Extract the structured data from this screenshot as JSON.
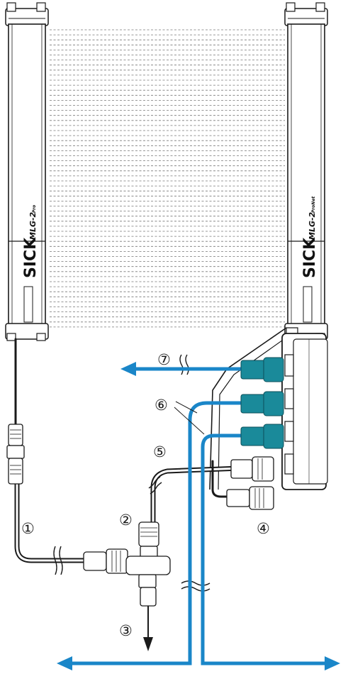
{
  "sensor_left": {
    "brand": "SICK",
    "model": "MLG-2",
    "variant": "Pro"
  },
  "sensor_right": {
    "brand": "SICK",
    "model": "MLG-2",
    "variant": "ProNet"
  },
  "callouts": {
    "c1": "①",
    "c2": "②",
    "c3": "③",
    "c4": "④",
    "c5": "⑤",
    "c6": "⑥",
    "c7": "⑦"
  },
  "colors": {
    "cable_blue": "#1a86c8",
    "connector_teal": "#1a8a9a",
    "outline": "#1a1a1a",
    "beam_lines": "#777777"
  }
}
